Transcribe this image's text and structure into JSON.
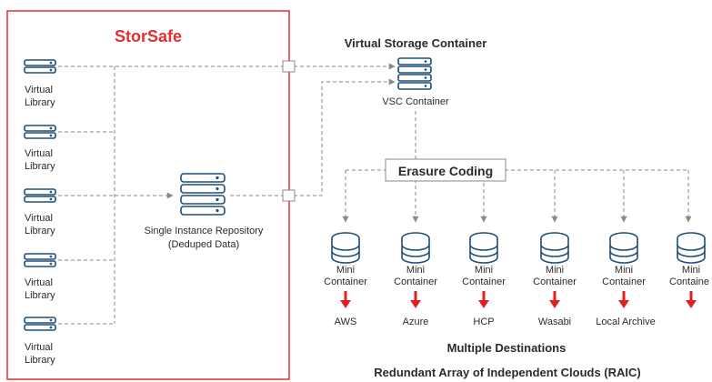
{
  "storsafe": {
    "title": "StorSafe",
    "border_color": "#e03030",
    "libraries": [
      {
        "line1": "Virtual",
        "line2": "Library"
      },
      {
        "line1": "Virtual",
        "line2": "Library"
      },
      {
        "line1": "Virtual",
        "line2": "Library"
      },
      {
        "line1": "Virtual",
        "line2": "Library"
      },
      {
        "line1": "Virtual",
        "line2": "Library"
      }
    ],
    "repository": {
      "line1": "Single Instance Repository",
      "line2": "(Deduped Data)"
    }
  },
  "vsc": {
    "heading": "Virtual Storage Container",
    "label": "VSC Container"
  },
  "erasure_coding": "Erasure Coding",
  "containers": [
    {
      "line1": "Mini",
      "line2": "Container",
      "dest": "AWS"
    },
    {
      "line1": "Mini",
      "line2": "Container",
      "dest": "Azure"
    },
    {
      "line1": "Mini",
      "line2": "Container",
      "dest": "HCP"
    },
    {
      "line1": "Mini",
      "line2": "Container",
      "dest": "Wasabi"
    },
    {
      "line1": "Mini",
      "line2": "Container",
      "dest": "Local Archive"
    },
    {
      "line1": "Mini",
      "line2": "Containe",
      "dest": ""
    }
  ],
  "footer": {
    "line1": "Multiple Destinations",
    "line2": "Redundant Array of Independent Clouds (RAIC)"
  },
  "colors": {
    "icon": "#1f4e79",
    "arrow": "#e02020",
    "dashed": "#8a8a8a",
    "brand": "#e03030"
  }
}
